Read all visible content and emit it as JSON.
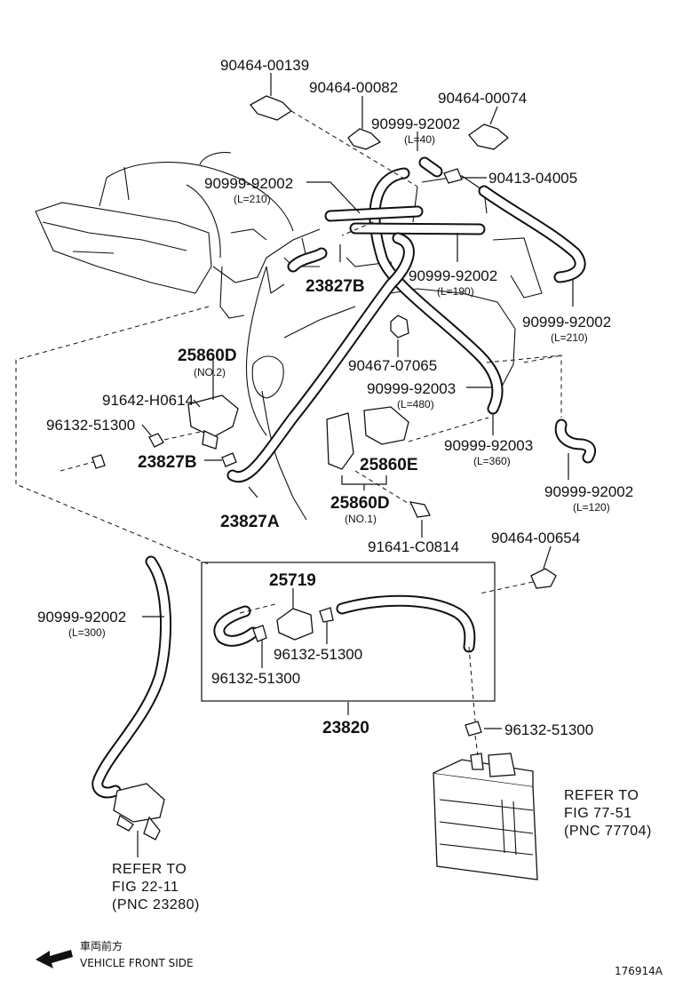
{
  "labels": {
    "p_9046400139": "90464-00139",
    "p_9046400082": "90464-00082",
    "p_9046400074": "90464-00074",
    "p_9099992002_a": "90999-92002",
    "p_9099992002_a_len": "(L=40)",
    "p_9041304005": "90413-04005",
    "p_9099992002_b": "90999-92002",
    "p_9099992002_b_len": "(L=210)",
    "p_23827B_top": "23827B",
    "p_9099992002_c": "90999-92002",
    "p_9099992002_c_len": "(L=190)",
    "p_9099992002_d": "90999-92002",
    "p_9099992002_d_len": "(L=210)",
    "p_25860D_top": "25860D",
    "p_25860D_top_no": "(NO.2)",
    "p_9046707065": "90467-07065",
    "p_91642H0614": "91642-H0614",
    "p_9099992003_a": "90999-92003",
    "p_9099992003_a_len": "(L=480)",
    "p_9613251300_a": "96132-51300",
    "p_23827B_mid": "23827B",
    "p_25860E": "25860E",
    "p_9099992003_b": "90999-92003",
    "p_9099992003_b_len": "(L=360)",
    "p_25860D_bot": "25860D",
    "p_25860D_bot_no": "(NO.1)",
    "p_9099992002_e": "90999-92002",
    "p_9099992002_e_len": "(L=120)",
    "p_23827A": "23827A",
    "p_91641C0814": "91641-C0814",
    "p_9046400654": "90464-00654",
    "p_25719": "25719",
    "p_9099992002_f": "90999-92002",
    "p_9099992002_f_len": "(L=300)",
    "p_9613251300_b": "96132-51300",
    "p_9613251300_c": "96132-51300",
    "p_23820": "23820",
    "p_9613251300_d": "96132-51300"
  },
  "refs": {
    "right_line1": "REFER TO",
    "right_line2": "FIG 77-51",
    "right_line3": "(PNC 77704)",
    "left_line1": "REFER TO",
    "left_line2": "FIG 22-11",
    "left_line3": "(PNC 23280)"
  },
  "footer": {
    "direction_jp": "車両前方",
    "direction_en": "VEHICLE FRONT SIDE",
    "figure_id": "176914A"
  }
}
